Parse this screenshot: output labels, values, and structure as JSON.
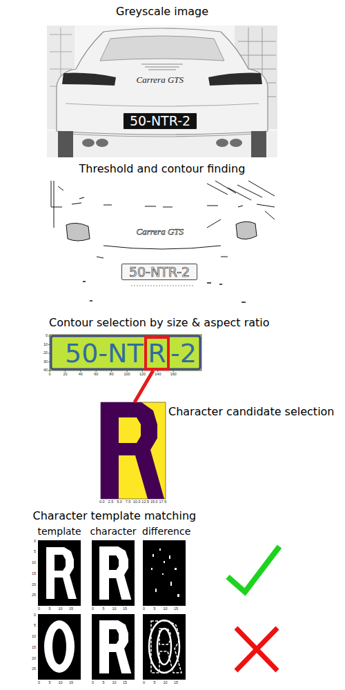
{
  "diagram": {
    "nodes": [
      {
        "text": [
          "Greyscale image"
        ]
      },
      {
        "text": [
          "50-NTR-2"
        ],
        "in": 0
      },
      {
        "text": [
          "Threshold and contour finding"
        ]
      },
      {
        "text": [
          "50-NTR-2"
        ],
        "in": 2
      },
      {
        "text": [
          "Contour selection by size & aspect ratio"
        ]
      },
      {
        "text": [
          "50-NT",
          "-2"
        ],
        "in": 4
      },
      {
        "text": [
          "R"
        ],
        "in": 5
      },
      {
        "text": [
          "Character candidate selection"
        ]
      },
      {
        "text": [
          "Character template matching"
        ]
      },
      {
        "text": [
          "template"
        ],
        "in": 8
      },
      {
        "text": [
          "character"
        ],
        "in": 8
      },
      {
        "text": [
          "difference"
        ],
        "in": 8
      }
    ],
    "edges": [
      {
        "from": 6,
        "to": 7,
        "arrow": "none"
      }
    ],
    "labels": [
      "Carrera GTS",
      "Carrera GTS",
      "0",
      "10",
      "20",
      "30",
      "40",
      "0",
      "20",
      "40",
      "60",
      "80",
      "100",
      "120",
      "140",
      "160",
      "0.0",
      "2.5",
      "5.0",
      "7.5",
      "10.0",
      "12.5",
      "15.0",
      "17.5",
      "0",
      "5",
      "10",
      "15",
      "20",
      "25",
      "0",
      "5",
      "10",
      "15",
      "0",
      "5",
      "10",
      "15",
      "0",
      "5",
      "10",
      "15",
      "0",
      "5",
      "10",
      "15",
      "20",
      "25",
      "0",
      "5",
      "10",
      "15",
      "0",
      "5",
      "10",
      "15",
      "0",
      "5",
      "10",
      "15"
    ]
  }
}
